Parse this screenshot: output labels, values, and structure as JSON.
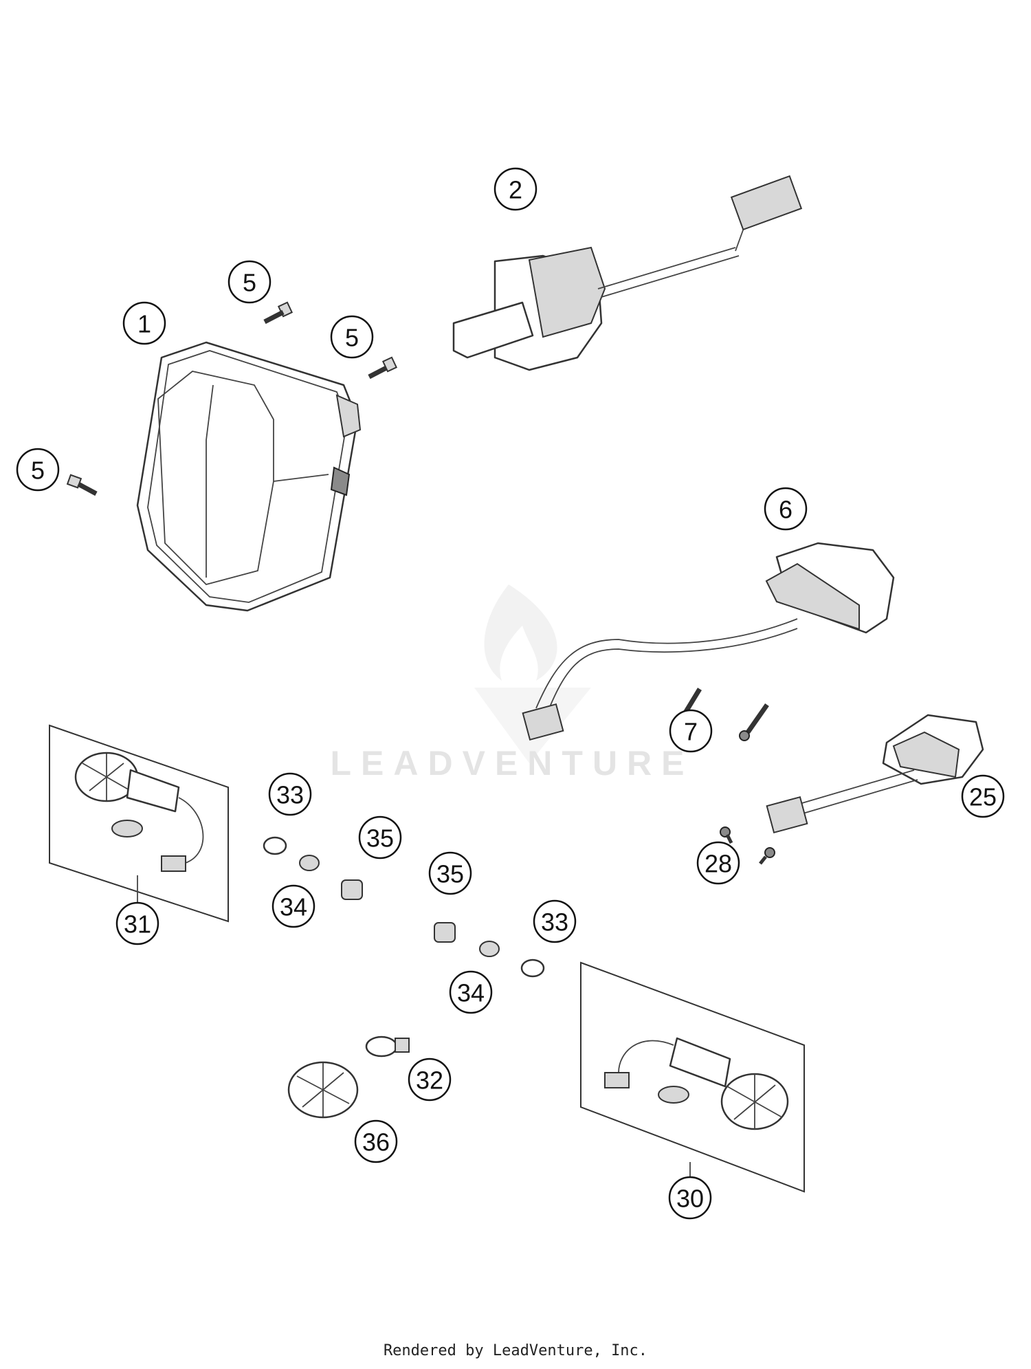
{
  "watermark": {
    "text": "LEADVENTURE"
  },
  "footer": {
    "text": "Rendered by LeadVenture, Inc."
  },
  "callouts": [
    "1",
    "2",
    "5",
    "5",
    "5",
    "6",
    "7",
    "25",
    "28",
    "31",
    "33",
    "34",
    "35",
    "35",
    "33",
    "34",
    "32",
    "36",
    "30"
  ]
}
